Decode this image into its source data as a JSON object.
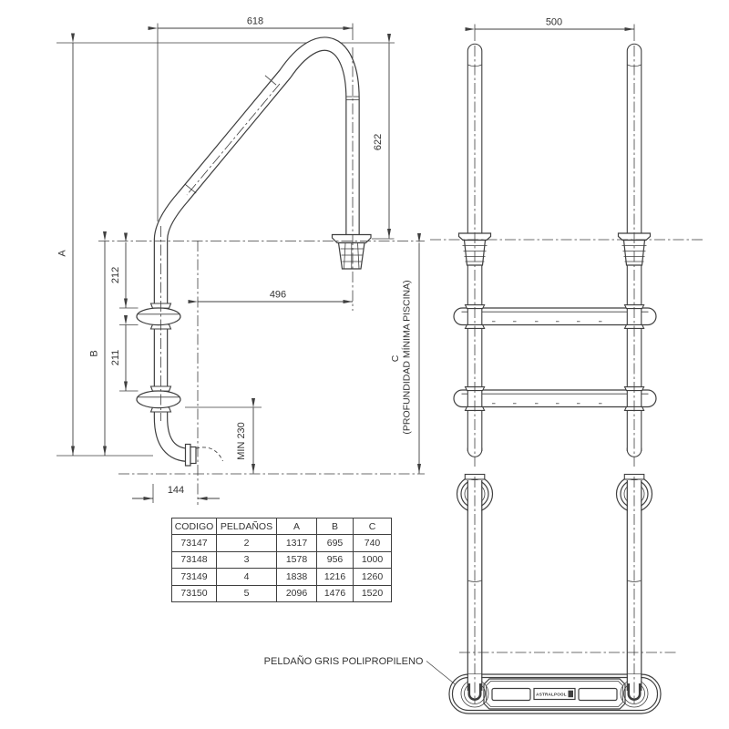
{
  "drawing": {
    "dimensions": {
      "handrail_span": "618",
      "front_width": "500",
      "handrail_height": "622",
      "overall_height_label": "A",
      "submerged_height_label": "B",
      "deck_to_step1": "212",
      "step1_to_step2": "211",
      "anchor_offset": "496",
      "min_clearance": "MIN 230",
      "wall_offset": "144",
      "depth_label": "C",
      "depth_note": "(PROFUNDIDAD MÍNIMA PISCINA)"
    },
    "annotations": {
      "step_material": "PELDAÑO GRIS POLIPROPILENO",
      "logo": "ASTRALPOOL"
    },
    "colors": {
      "line": "#3f3f3f",
      "text": "#333333",
      "background": "#ffffff"
    }
  },
  "table": {
    "headers": [
      "CODIGO",
      "PELDAÑOS",
      "A",
      "B",
      "C"
    ],
    "rows": [
      [
        "73147",
        "2",
        "1317",
        "695",
        "740"
      ],
      [
        "73148",
        "3",
        "1578",
        "956",
        "1000"
      ],
      [
        "73149",
        "4",
        "1838",
        "1216",
        "1260"
      ],
      [
        "73150",
        "5",
        "2096",
        "1476",
        "1520"
      ]
    ]
  }
}
